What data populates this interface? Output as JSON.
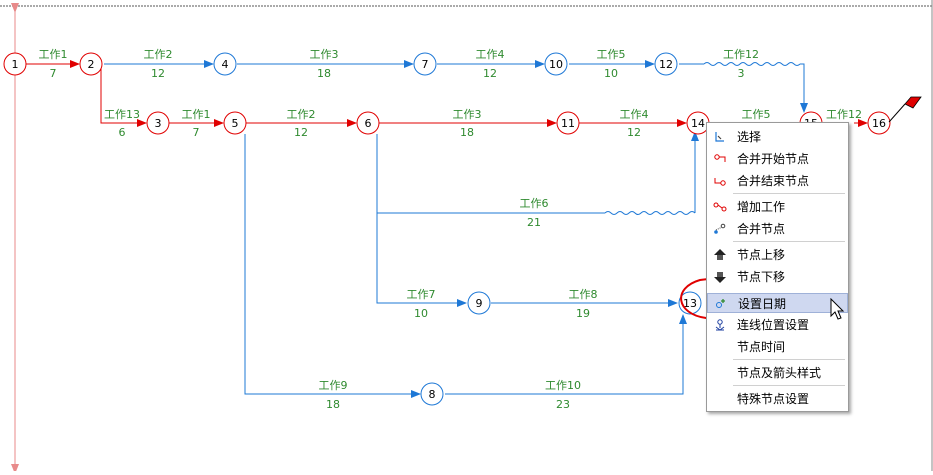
{
  "diagram": {
    "nodes": [
      {
        "id": "n1",
        "label": "1",
        "color": "#e00000"
      },
      {
        "id": "n2",
        "label": "2",
        "color": "#e00000"
      },
      {
        "id": "n3",
        "label": "3",
        "color": "#e00000"
      },
      {
        "id": "n4",
        "label": "4",
        "color": "#1e78d6"
      },
      {
        "id": "n5",
        "label": "5",
        "color": "#e00000"
      },
      {
        "id": "n6",
        "label": "6",
        "color": "#e00000"
      },
      {
        "id": "n7",
        "label": "7",
        "color": "#1e78d6"
      },
      {
        "id": "n8",
        "label": "8",
        "color": "#1e78d6"
      },
      {
        "id": "n9",
        "label": "9",
        "color": "#1e78d6"
      },
      {
        "id": "n10",
        "label": "10",
        "color": "#1e78d6"
      },
      {
        "id": "n11",
        "label": "11",
        "color": "#e00000"
      },
      {
        "id": "n12",
        "label": "12",
        "color": "#1e78d6"
      },
      {
        "id": "n13",
        "label": "13",
        "color": "#1e78d6"
      },
      {
        "id": "n14",
        "label": "14",
        "color": "#e00000"
      },
      {
        "id": "n15",
        "label": "15",
        "color": "#e00000"
      },
      {
        "id": "n16",
        "label": "16",
        "color": "#e00000"
      }
    ],
    "edges": [
      {
        "id": "e1",
        "name": "工作1",
        "duration": "7"
      },
      {
        "id": "e2",
        "name": "工作2",
        "duration": "12"
      },
      {
        "id": "e3",
        "name": "工作3",
        "duration": "18"
      },
      {
        "id": "e4",
        "name": "工作4",
        "duration": "12"
      },
      {
        "id": "e5",
        "name": "工作5",
        "duration": "10"
      },
      {
        "id": "e6",
        "name": "工作12",
        "duration": "3"
      },
      {
        "id": "e7",
        "name": "工作13",
        "duration": "6"
      },
      {
        "id": "e8",
        "name": "工作1",
        "duration": "7"
      },
      {
        "id": "e9",
        "name": "工作2",
        "duration": "12"
      },
      {
        "id": "e10",
        "name": "工作3",
        "duration": "18"
      },
      {
        "id": "e11",
        "name": "工作4",
        "duration": "12"
      },
      {
        "id": "e12",
        "name": "工作5",
        "duration": ""
      },
      {
        "id": "e13",
        "name": "工作12",
        "duration": ""
      },
      {
        "id": "e14",
        "name": "工作6",
        "duration": "21"
      },
      {
        "id": "e15",
        "name": "工作7",
        "duration": "10"
      },
      {
        "id": "e16",
        "name": "工作8",
        "duration": "19"
      },
      {
        "id": "e17",
        "name": "工作9",
        "duration": "18"
      },
      {
        "id": "e18",
        "name": "工作10",
        "duration": "23"
      }
    ],
    "colors": {
      "critical": "#e00000",
      "normal": "#1e78d6",
      "label": "#2f8a2f"
    }
  },
  "context_menu": {
    "items": [
      {
        "label": "选择",
        "icon": "select-icon"
      },
      {
        "label": "合并开始节点",
        "icon": "merge-start-icon"
      },
      {
        "label": "合并结束节点",
        "icon": "merge-end-icon"
      },
      {
        "label": "增加工作",
        "icon": "add-work-icon"
      },
      {
        "label": "合并节点",
        "icon": "merge-node-icon"
      },
      {
        "label": "节点上移",
        "icon": "node-up-icon"
      },
      {
        "label": "节点下移",
        "icon": "node-down-icon"
      },
      {
        "label": "设置日期",
        "icon": "set-date-icon",
        "highlighted": true
      },
      {
        "label": "连线位置设置",
        "icon": "line-position-icon"
      },
      {
        "label": "节点时间",
        "icon": ""
      },
      {
        "label": "节点及箭头样式",
        "icon": ""
      },
      {
        "label": "特殊节点设置",
        "icon": ""
      }
    ]
  }
}
